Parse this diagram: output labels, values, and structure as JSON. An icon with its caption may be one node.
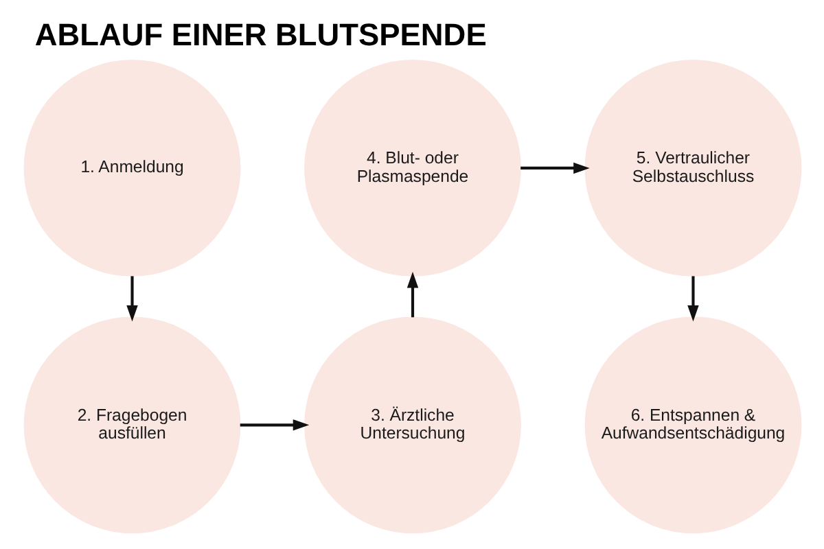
{
  "diagram": {
    "title": "ABLAUF EINER BLUTSPENDE",
    "nodes": [
      {
        "text": [
          "1. Anmeldung"
        ]
      },
      {
        "text": [
          "2. Fragebogen ausfüllen"
        ]
      },
      {
        "text": [
          "3. Ärztliche Untersuchung"
        ]
      },
      {
        "text": [
          "4. Blut- oder Plasmaspende"
        ]
      },
      {
        "text": [
          "5. Vertraulicher Selbstauschluss"
        ]
      },
      {
        "text": [
          "6. Entspannen & Aufwandsentschädigung"
        ]
      }
    ],
    "edges": [
      {
        "from": 0,
        "to": 1,
        "arrow": "to"
      },
      {
        "from": 1,
        "to": 2,
        "arrow": "to"
      },
      {
        "from": 2,
        "to": 3,
        "arrow": "to"
      },
      {
        "from": 3,
        "to": 4,
        "arrow": "to"
      },
      {
        "from": 4,
        "to": 5,
        "arrow": "to"
      }
    ]
  }
}
